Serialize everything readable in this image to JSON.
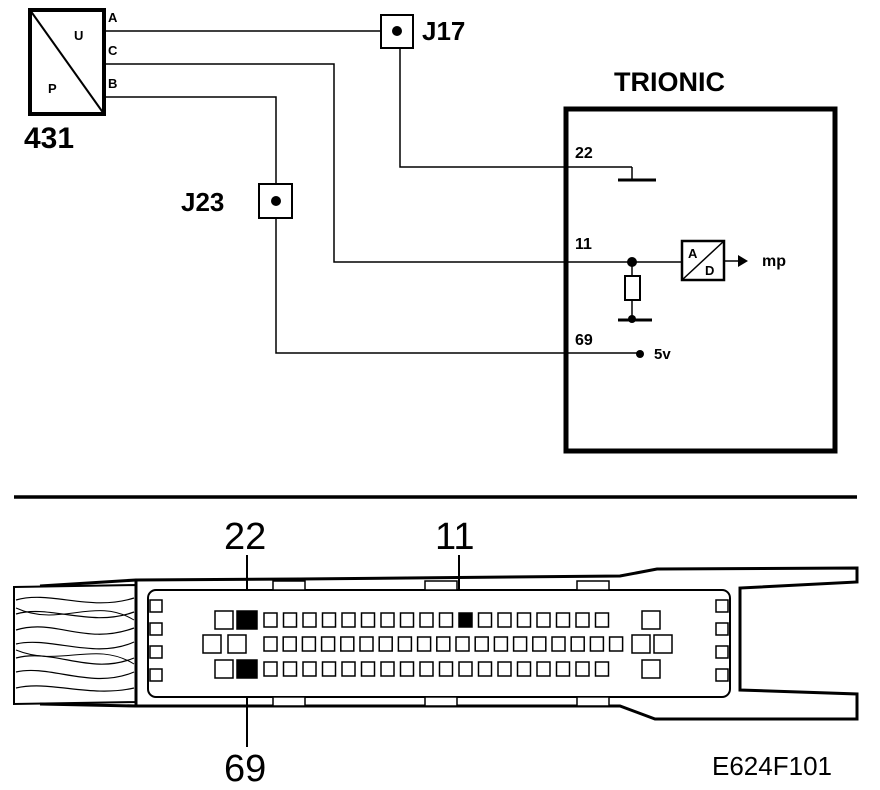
{
  "sensor": {
    "number": "431",
    "label_u": "U",
    "label_p": "P",
    "pins": [
      "A",
      "C",
      "B"
    ]
  },
  "junctions": {
    "j17": "J17",
    "j23": "J23"
  },
  "ecu": {
    "title": "TRIONIC",
    "pin_22": "22",
    "pin_11": "11",
    "pin_69": "69",
    "ad_top": "A",
    "ad_bottom": "D",
    "output_label": "mp",
    "supply_label": "5v"
  },
  "connector": {
    "callout_22": "22",
    "callout_11": "11",
    "callout_69": "69"
  },
  "figure_code": "E624F101"
}
